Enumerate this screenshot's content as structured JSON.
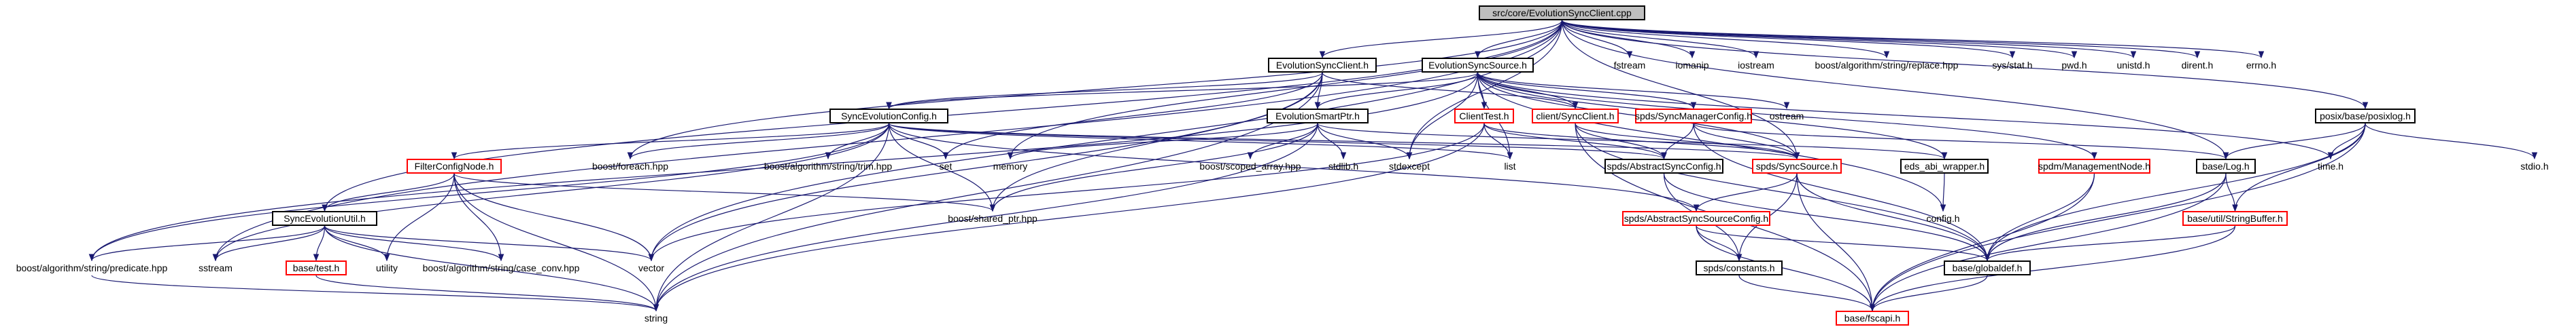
{
  "nodes": {
    "root": "src/core/EvolutionSyncClient.cpp",
    "esclient_h": "EvolutionSyncClient.h",
    "essource_h": "EvolutionSyncSource.h",
    "fstream": "fstream",
    "iomanip": "iomanip",
    "iostream": "iostream",
    "replace": "boost/algorithm/string/replace.hpp",
    "sys_stat": "sys/stat.h",
    "pwd": "pwd.h",
    "unistd": "unistd.h",
    "dirent": "dirent.h",
    "errno": "errno.h",
    "seconfig": "SyncEvolutionConfig.h",
    "smartptr": "EvolutionSmartPtr.h",
    "clienttest": "ClientTest.h",
    "syncclient": "client/SyncClient.h",
    "syncmgrcfg": "spds/SyncManagerConfig.h",
    "ostream": "ostream",
    "posixlog": "posix/base/posixlog.h",
    "filterconfig": "FilterConfigNode.h",
    "foreach": "boost/foreach.hpp",
    "trim": "boost/algorithm/string/trim.hpp",
    "set": "set",
    "memory": "memory",
    "scoped": "boost/scoped_array.hpp",
    "stdlib": "stdlib.h",
    "stdexcept": "stdexcept",
    "list": "list",
    "abssynccfg": "spds/AbstractSyncConfig.h",
    "syncsource": "spds/SyncSource.h",
    "abiwrapper": "eds_abi_wrapper.h",
    "mgmtnode": "spdm/ManagementNode.h",
    "baselog": "base/Log.h",
    "time": "time.h",
    "stdio": "stdio.h",
    "seutil": "SyncEvolutionUtil.h",
    "sharedptr": "boost/shared_ptr.hpp",
    "abssrccfg": "spds/AbstractSyncSourceConfig.h",
    "config": "config.h",
    "stringbuffer": "base/util/StringBuffer.h",
    "predicate": "boost/algorithm/string/predicate.hpp",
    "sstream": "sstream",
    "basetest": "base/test.h",
    "utility": "utility",
    "caseconv": "boost/algorithm/string/case_conv.hpp",
    "vector": "vector",
    "constants": "spds/constants.h",
    "globaldef": "base/globaldef.h",
    "string": "string",
    "fscapi": "base/fscapi.h"
  },
  "colors": {
    "edge": "#191970",
    "local_border": "#000000",
    "missing_border": "#ff0000",
    "root_fill": "#bfbfbf"
  }
}
